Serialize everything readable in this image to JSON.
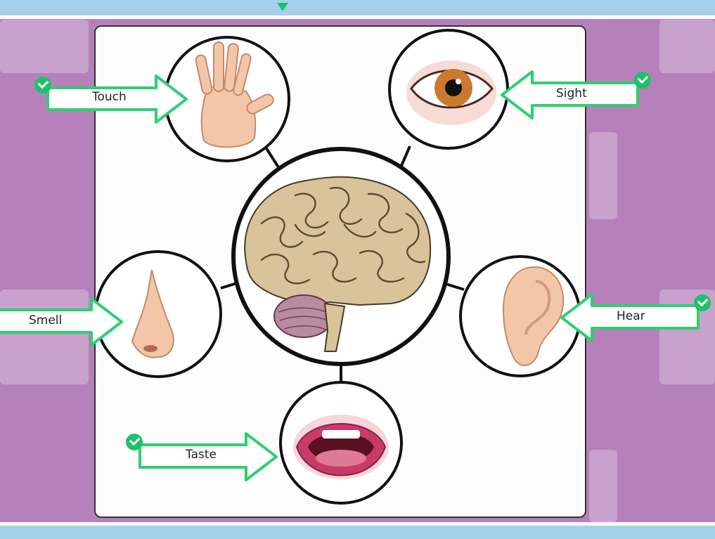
{
  "diagram": {
    "center": {
      "icon": "brain-icon"
    },
    "senses": [
      {
        "label": "Touch",
        "icon": "hand-icon",
        "status": "correct"
      },
      {
        "label": "Sight",
        "icon": "eye-icon",
        "status": "correct"
      },
      {
        "label": "Smell",
        "icon": "nose-icon",
        "status": "none"
      },
      {
        "label": "Hear",
        "icon": "ear-icon",
        "status": "correct"
      },
      {
        "label": "Taste",
        "icon": "mouth-icon",
        "status": "correct"
      }
    ]
  },
  "colors": {
    "accent": "#1ec16a",
    "topbar": "#a4d0ea",
    "background": "#b681ba"
  }
}
